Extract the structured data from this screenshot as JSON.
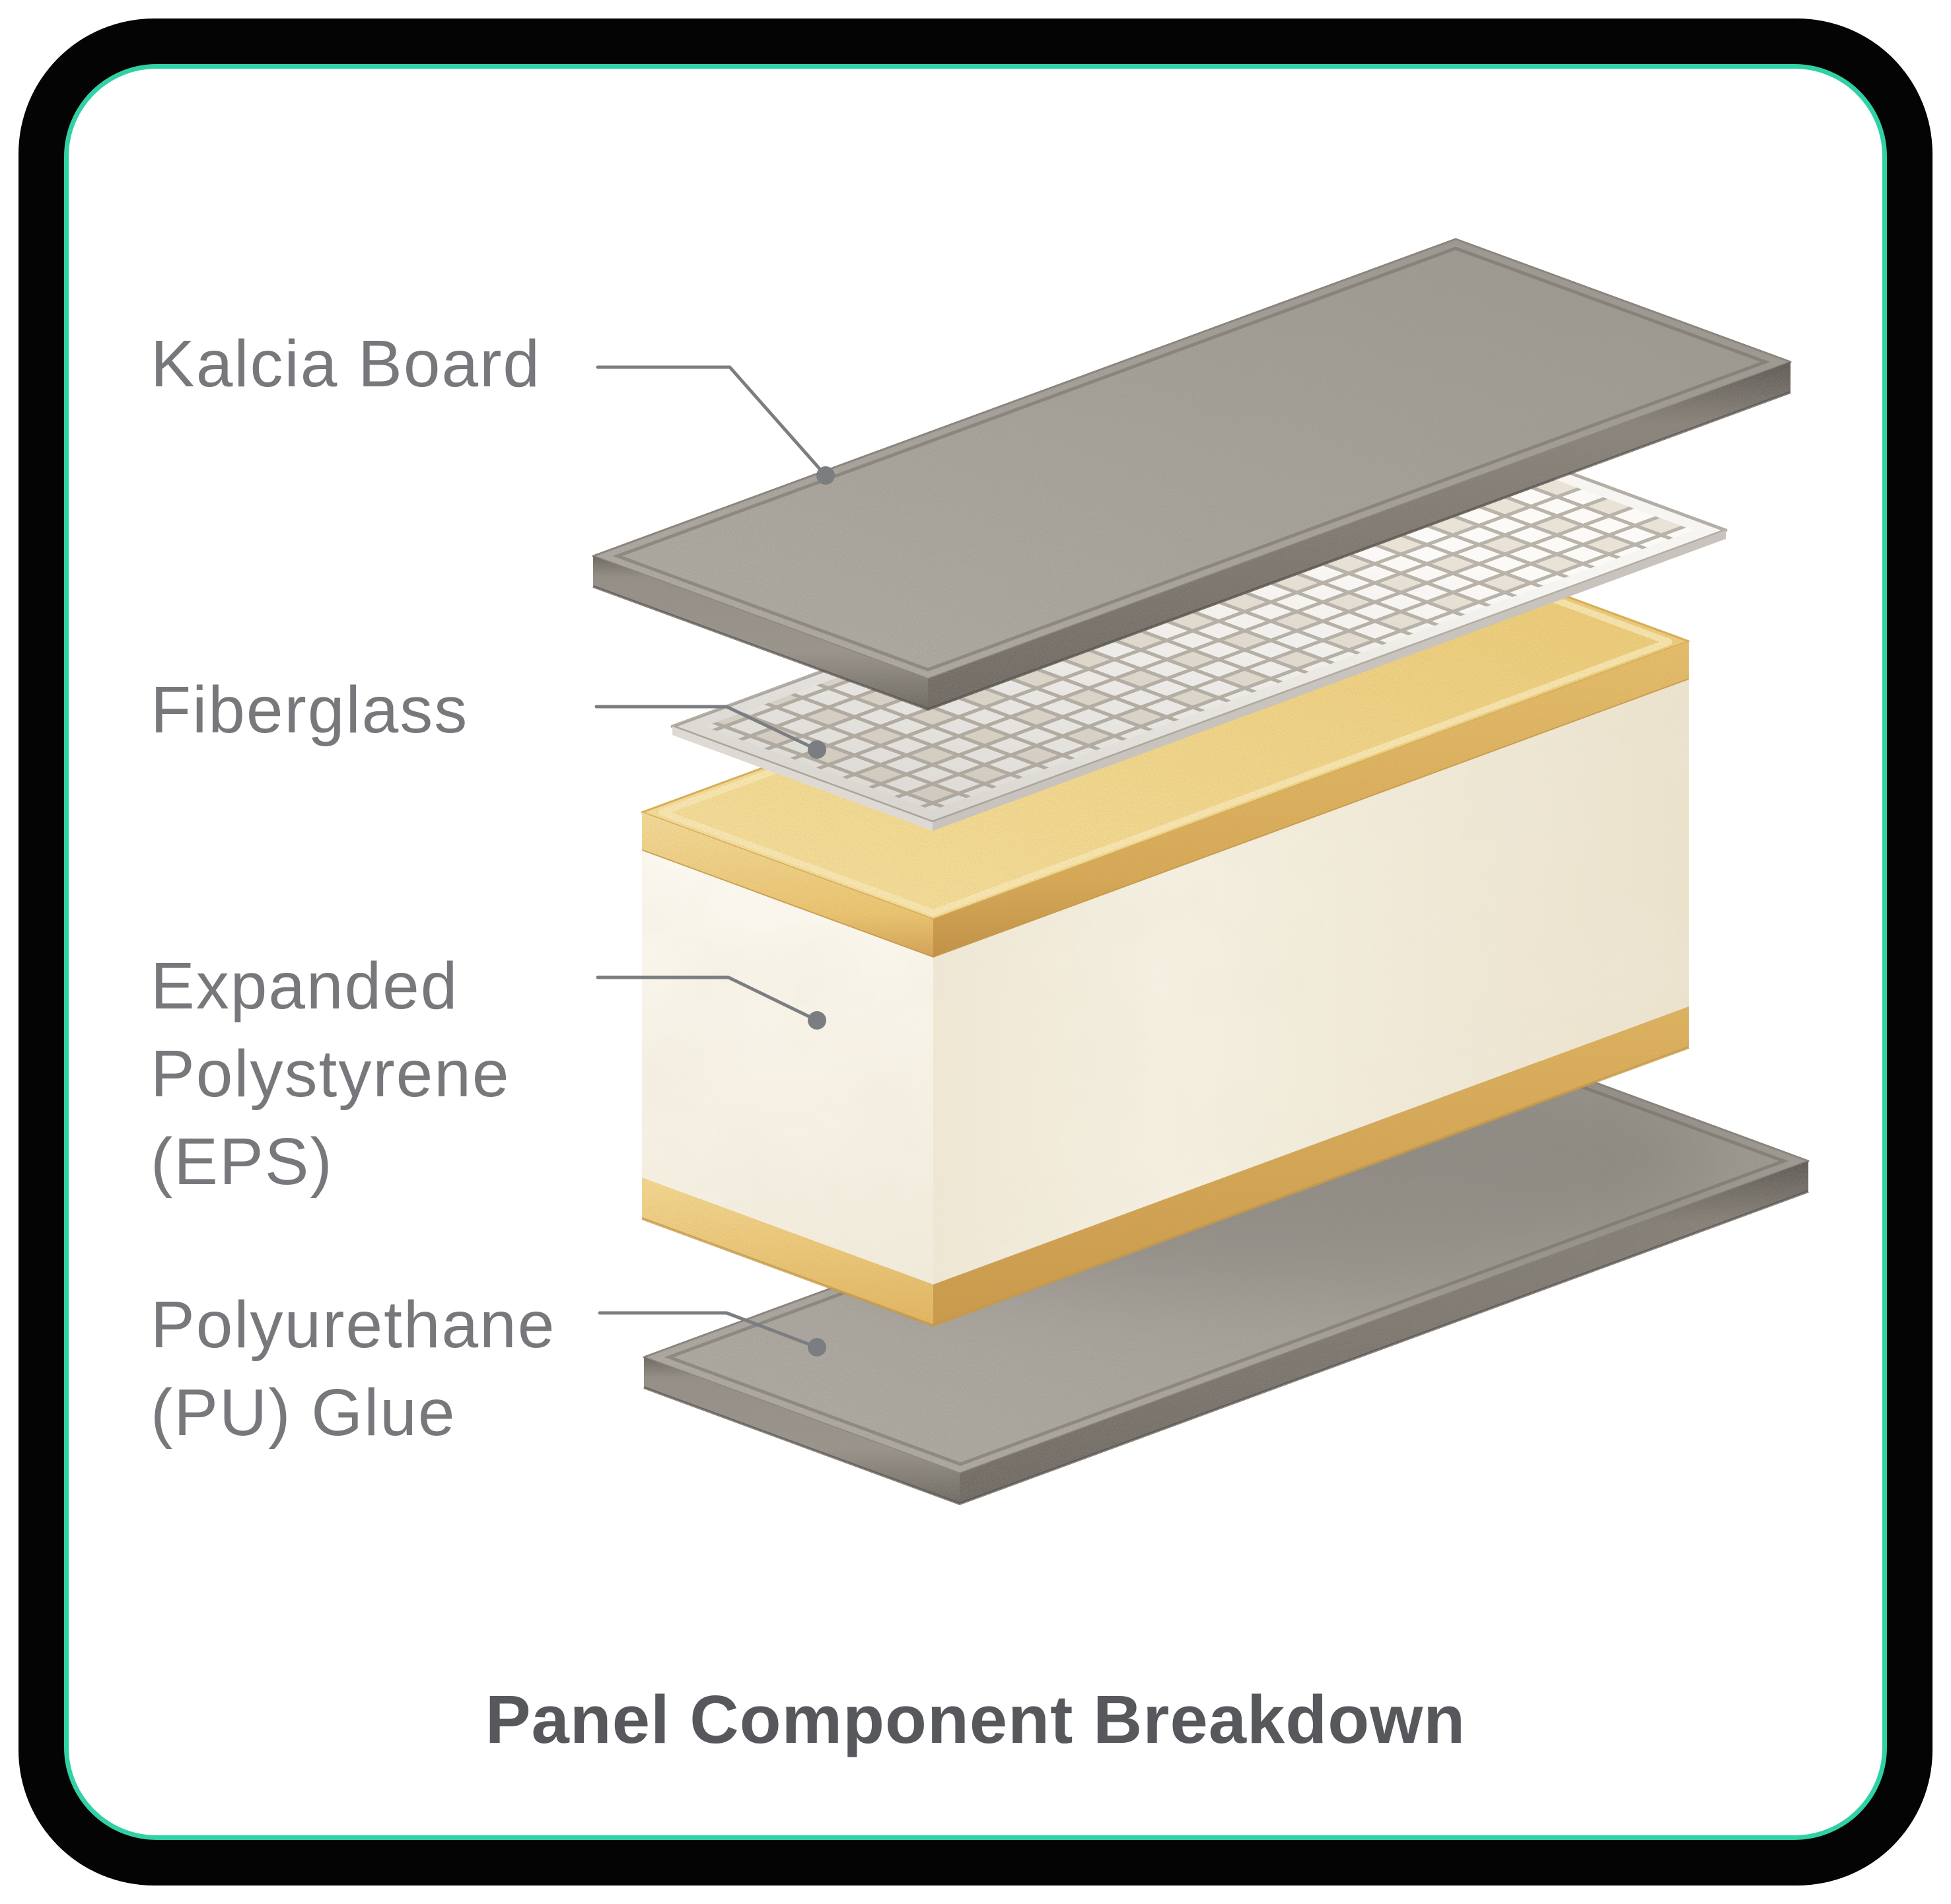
{
  "page": {
    "title": "Panel Component Breakdown",
    "background_color": "#FFFFFF",
    "frame": {
      "border_color": "#040404",
      "accent_line_color": "#2FD1A5"
    }
  },
  "diagram": {
    "type": "exploded-panel-diagram",
    "label_color": "#77787B",
    "leader_color": "#7B7E81",
    "layers": [
      {
        "id": "kalcia-board-top",
        "label_lines": [
          "Kalcia Board"
        ],
        "color": "#A6A19A"
      },
      {
        "id": "fiberglass-mesh",
        "label_lines": [
          "Fiberglass"
        ],
        "color": "#F6F4F0"
      },
      {
        "id": "eps-core",
        "label_lines": [
          "Expanded",
          "Polystyrene",
          "(EPS)"
        ],
        "color": "#F8F4E9"
      },
      {
        "id": "pu-glue",
        "label_lines": [
          "Polyurethane",
          "(PU) Glue"
        ],
        "color": "#EFCE7C"
      },
      {
        "id": "kalcia-board-bottom",
        "label_lines": [],
        "color": "#A29D95"
      }
    ]
  }
}
